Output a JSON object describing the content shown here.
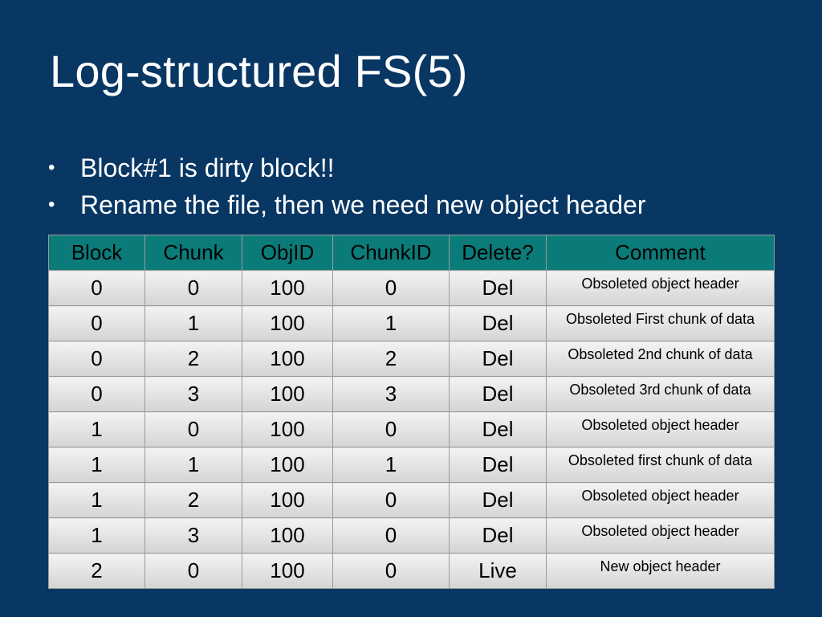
{
  "slide": {
    "title": "Log-structured FS(5)",
    "bullets": [
      "Block#1 is dirty block!!",
      "Rename the file, then we need new object header"
    ],
    "bullet_symbol": "•"
  },
  "table": {
    "headers": [
      "Block",
      "Chunk",
      "ObjID",
      "ChunkID",
      "Delete?",
      "Comment"
    ],
    "rows": [
      [
        "0",
        "0",
        "100",
        "0",
        "Del",
        "Obsoleted object header"
      ],
      [
        "0",
        "1",
        "100",
        "1",
        "Del",
        "Obsoleted First chunk of data"
      ],
      [
        "0",
        "2",
        "100",
        "2",
        "Del",
        "Obsoleted 2nd chunk of data"
      ],
      [
        "0",
        "3",
        "100",
        "3",
        "Del",
        "Obsoleted 3rd chunk of data"
      ],
      [
        "1",
        "0",
        "100",
        "0",
        "Del",
        "Obsoleted object header"
      ],
      [
        "1",
        "1",
        "100",
        "1",
        "Del",
        "Obsoleted first chunk of data"
      ],
      [
        "1",
        "2",
        "100",
        "0",
        "Del",
        "Obsoleted object header"
      ],
      [
        "1",
        "3",
        "100",
        "0",
        "Del",
        "Obsoleted object header"
      ],
      [
        "2",
        "0",
        "100",
        "0",
        "Live",
        "New object header"
      ]
    ]
  },
  "colors": {
    "background": "#083764",
    "header_fill": "#0b7b79",
    "text": "#ffffff"
  }
}
